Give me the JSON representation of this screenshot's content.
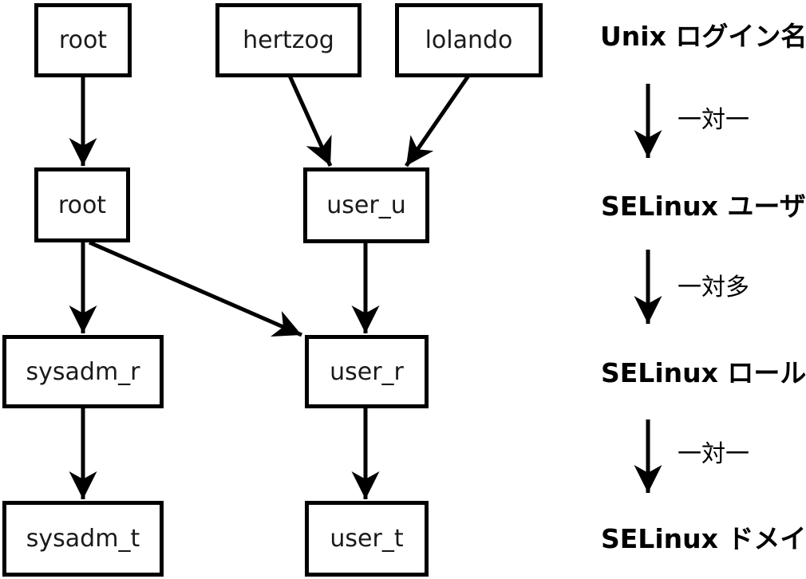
{
  "colors": {
    "stroke": "#000000",
    "box_fill": "#ffffff",
    "box_text": "#1a1a1a"
  },
  "nodes": {
    "login_root": {
      "label": "root"
    },
    "login_hertzog": {
      "label": "hertzog"
    },
    "login_lolando": {
      "label": "lolando"
    },
    "seuser_root": {
      "label": "root"
    },
    "seuser_user_u": {
      "label": "user_u"
    },
    "role_sysadm_r": {
      "label": "sysadm_r"
    },
    "role_user_r": {
      "label": "user_r"
    },
    "domain_sysadm_t": {
      "label": "sysadm_t"
    },
    "domain_user_t": {
      "label": "user_t"
    }
  },
  "edges": [
    {
      "from": "login_root",
      "to": "seuser_root"
    },
    {
      "from": "login_hertzog",
      "to": "seuser_user_u"
    },
    {
      "from": "login_lolando",
      "to": "seuser_user_u"
    },
    {
      "from": "seuser_root",
      "to": "role_sysadm_r"
    },
    {
      "from": "seuser_root",
      "to": "role_user_r"
    },
    {
      "from": "seuser_user_u",
      "to": "role_user_r"
    },
    {
      "from": "role_sysadm_r",
      "to": "domain_sysadm_t"
    },
    {
      "from": "role_user_r",
      "to": "domain_user_t"
    }
  ],
  "legend": {
    "level_unix_login": "Unix ログイン名",
    "relation_one_to_one_1": "一対一",
    "level_selinux_user": "SELinux ユーザ名",
    "relation_one_to_many": "一対多",
    "level_selinux_role": "SELinux ロール",
    "relation_one_to_one_2": "一対一",
    "level_selinux_domain": "SELinux ドメイン"
  }
}
